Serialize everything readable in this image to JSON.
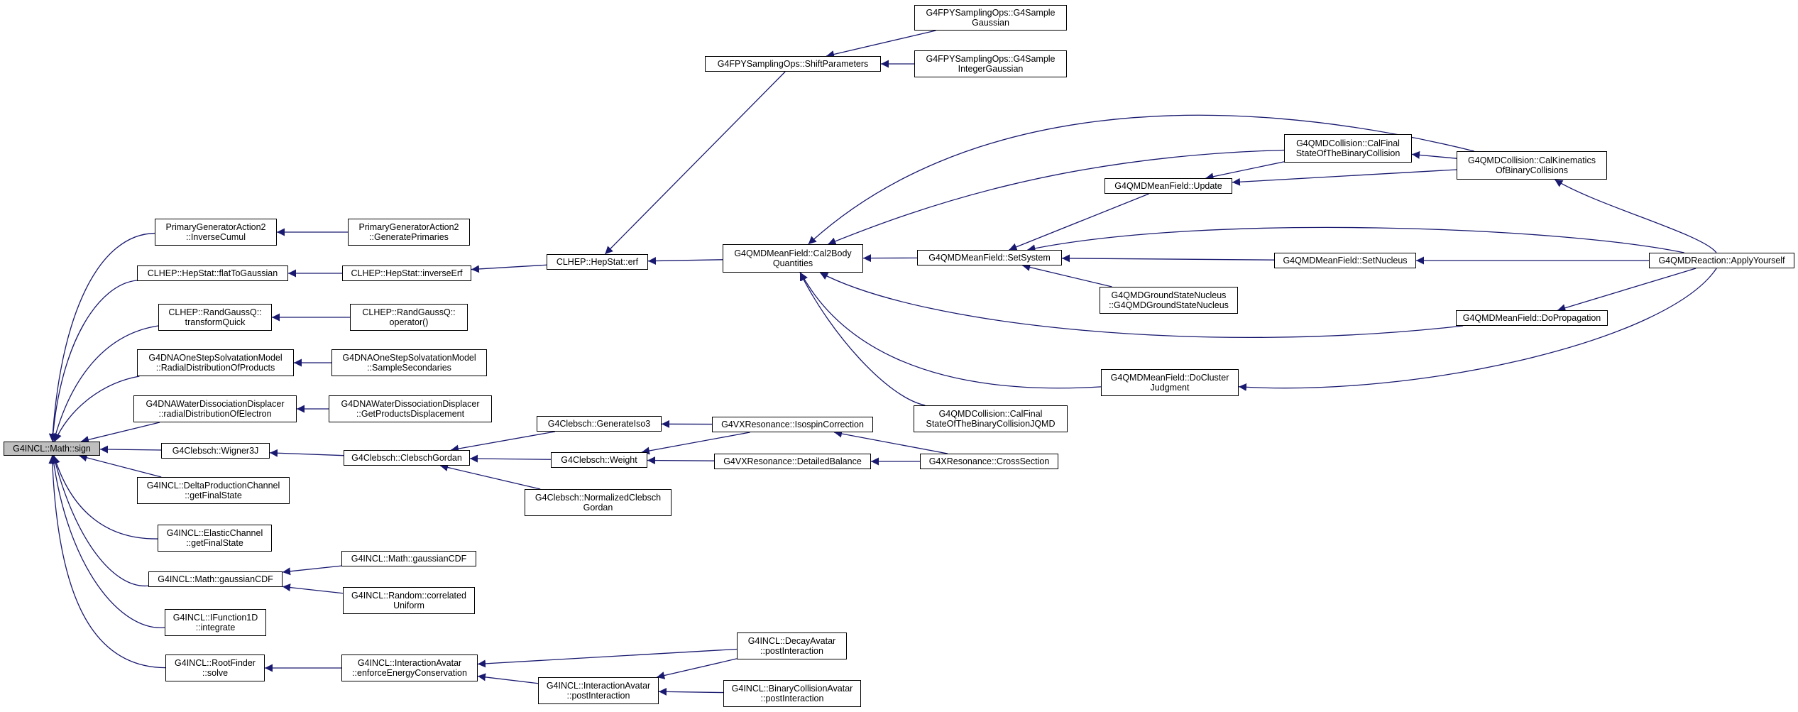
{
  "graph": {
    "title": "",
    "root": "math-sign",
    "colors": {
      "edge": "#191970",
      "node_border": "#000000",
      "node_fill": "#ffffff",
      "root_fill": "#bfbfbf"
    },
    "nodes": [
      {
        "id": "math-sign",
        "lines": [
          "G4INCL::Math::sign"
        ]
      },
      {
        "id": "pga2-inversecumul",
        "lines": [
          "PrimaryGeneratorAction2",
          "::InverseCumul"
        ]
      },
      {
        "id": "pga2-generateprimaries",
        "lines": [
          "PrimaryGeneratorAction2",
          "::GeneratePrimaries"
        ]
      },
      {
        "id": "hepstat-flattogaussian",
        "lines": [
          "CLHEP::HepStat::flatToGaussian"
        ]
      },
      {
        "id": "hepstat-inverseerf",
        "lines": [
          "CLHEP::HepStat::inverseErf"
        ]
      },
      {
        "id": "hepstat-erf",
        "lines": [
          "CLHEP::HepStat::erf"
        ]
      },
      {
        "id": "fpy-shiftparameters",
        "lines": [
          "G4FPYSamplingOps::ShiftParameters"
        ]
      },
      {
        "id": "fpy-samplegaussian",
        "lines": [
          "G4FPYSamplingOps::G4Sample",
          "Gaussian"
        ]
      },
      {
        "id": "fpy-sampleintegergaussian",
        "lines": [
          "G4FPYSamplingOps::G4Sample",
          "IntegerGaussian"
        ]
      },
      {
        "id": "qmdmf-cal2body",
        "lines": [
          "G4QMDMeanField::Cal2Body",
          "Quantities"
        ]
      },
      {
        "id": "qmdmf-setsystem",
        "lines": [
          "G4QMDMeanField::SetSystem"
        ]
      },
      {
        "id": "qmdmf-update",
        "lines": [
          "G4QMDMeanField::Update"
        ]
      },
      {
        "id": "qmdcoll-calfinalstate",
        "lines": [
          "G4QMDCollision::CalFinal",
          "StateOfTheBinaryCollision"
        ]
      },
      {
        "id": "qmdcoll-calkinematics",
        "lines": [
          "G4QMDCollision::CalKinematics",
          "OfBinaryCollisions"
        ]
      },
      {
        "id": "qmdreaction-applyyourself",
        "lines": [
          "G4QMDReaction::ApplyYourself"
        ]
      },
      {
        "id": "qmdmf-setnucleus",
        "lines": [
          "G4QMDMeanField::SetNucleus"
        ]
      },
      {
        "id": "qmdgs-nucleus",
        "lines": [
          "G4QMDGroundStateNucleus",
          "::G4QMDGroundStateNucleus"
        ]
      },
      {
        "id": "qmdmf-dopropagation",
        "lines": [
          "G4QMDMeanField::DoPropagation"
        ]
      },
      {
        "id": "qmdmf-doclusterjudgment",
        "lines": [
          "G4QMDMeanField::DoCluster",
          "Judgment"
        ]
      },
      {
        "id": "qmdcoll-calfinalstatejqmd",
        "lines": [
          "G4QMDCollision::CalFinal",
          "StateOfTheBinaryCollisionJQMD"
        ]
      },
      {
        "id": "randgaussq-transformquick",
        "lines": [
          "CLHEP::RandGaussQ::",
          "transformQuick"
        ]
      },
      {
        "id": "randgaussq-operator",
        "lines": [
          "CLHEP::RandGaussQ::",
          "operator()"
        ]
      },
      {
        "id": "dna-radialproducts",
        "lines": [
          "G4DNAOneStepSolvatationModel",
          "::RadialDistributionOfProducts"
        ]
      },
      {
        "id": "dna-samplesecondaries",
        "lines": [
          "G4DNAOneStepSolvatationModel",
          "::SampleSecondaries"
        ]
      },
      {
        "id": "dnawater-radialelectron",
        "lines": [
          "G4DNAWaterDissociationDisplacer",
          "::radialDistributionOfElectron"
        ]
      },
      {
        "id": "dnawater-getproductsdisplacement",
        "lines": [
          "G4DNAWaterDissociationDisplacer",
          "::GetProductsDisplacement"
        ]
      },
      {
        "id": "clebsch-wigner3j",
        "lines": [
          "G4Clebsch::Wigner3J"
        ]
      },
      {
        "id": "clebsch-clebschgordan",
        "lines": [
          "G4Clebsch::ClebschGordan"
        ]
      },
      {
        "id": "clebsch-generateiso3",
        "lines": [
          "G4Clebsch::GenerateIso3"
        ]
      },
      {
        "id": "vxres-isospincorrection",
        "lines": [
          "G4VXResonance::IsospinCorrection"
        ]
      },
      {
        "id": "clebsch-weight",
        "lines": [
          "G4Clebsch::Weight"
        ]
      },
      {
        "id": "vxres-detailedbalance",
        "lines": [
          "G4VXResonance::DetailedBalance"
        ]
      },
      {
        "id": "xres-crosssection",
        "lines": [
          "G4XResonance::CrossSection"
        ]
      },
      {
        "id": "clebsch-normalizedclebschgordan",
        "lines": [
          "G4Clebsch::NormalizedClebsch",
          "Gordan"
        ]
      },
      {
        "id": "deltaproduction-getfinalstate",
        "lines": [
          "G4INCL::DeltaProductionChannel",
          "::getFinalState"
        ]
      },
      {
        "id": "elasticchannel-getfinalstate",
        "lines": [
          "G4INCL::ElasticChannel",
          "::getFinalState"
        ]
      },
      {
        "id": "math-gaussiancdf-left",
        "lines": [
          "G4INCL::Math::gaussianCDF"
        ]
      },
      {
        "id": "math-gaussiancdf-right",
        "lines": [
          "G4INCL::Math::gaussianCDF"
        ]
      },
      {
        "id": "random-correlateduniform",
        "lines": [
          "G4INCL::Random::correlated",
          "Uniform"
        ]
      },
      {
        "id": "ifunction1d-integrate",
        "lines": [
          "G4INCL::IFunction1D",
          "::integrate"
        ]
      },
      {
        "id": "rootfinder-solve",
        "lines": [
          "G4INCL::RootFinder",
          "::solve"
        ]
      },
      {
        "id": "interactionavatar-enforceenergy",
        "lines": [
          "G4INCL::InteractionAvatar",
          "::enforceEnergyConservation"
        ]
      },
      {
        "id": "decayavatar-postinteraction",
        "lines": [
          "G4INCL::DecayAvatar",
          "::postInteraction"
        ]
      },
      {
        "id": "interactionavatar-postinteraction",
        "lines": [
          "G4INCL::InteractionAvatar",
          "::postInteraction"
        ]
      },
      {
        "id": "binarycollisionavatar-postinteraction",
        "lines": [
          "G4INCL::BinaryCollisionAvatar",
          "::postInteraction"
        ]
      }
    ],
    "edges": [
      {
        "from": "pga2-inversecumul",
        "to": "math-sign"
      },
      {
        "from": "hepstat-flattogaussian",
        "to": "math-sign"
      },
      {
        "from": "randgaussq-transformquick",
        "to": "math-sign"
      },
      {
        "from": "dna-radialproducts",
        "to": "math-sign"
      },
      {
        "from": "dnawater-radialelectron",
        "to": "math-sign"
      },
      {
        "from": "clebsch-wigner3j",
        "to": "math-sign"
      },
      {
        "from": "deltaproduction-getfinalstate",
        "to": "math-sign"
      },
      {
        "from": "elasticchannel-getfinalstate",
        "to": "math-sign"
      },
      {
        "from": "math-gaussiancdf-left",
        "to": "math-sign"
      },
      {
        "from": "ifunction1d-integrate",
        "to": "math-sign"
      },
      {
        "from": "rootfinder-solve",
        "to": "math-sign"
      },
      {
        "from": "pga2-generateprimaries",
        "to": "pga2-inversecumul"
      },
      {
        "from": "hepstat-inverseerf",
        "to": "hepstat-flattogaussian"
      },
      {
        "from": "hepstat-erf",
        "to": "hepstat-inverseerf"
      },
      {
        "from": "fpy-shiftparameters",
        "to": "hepstat-erf"
      },
      {
        "from": "qmdmf-cal2body",
        "to": "hepstat-erf"
      },
      {
        "from": "fpy-samplegaussian",
        "to": "fpy-shiftparameters"
      },
      {
        "from": "fpy-sampleintegergaussian",
        "to": "fpy-shiftparameters"
      },
      {
        "from": "qmdmf-setsystem",
        "to": "qmdmf-cal2body"
      },
      {
        "from": "qmdmf-update",
        "to": "qmdmf-setsystem"
      },
      {
        "from": "qmdcoll-calfinalstate",
        "to": "qmdmf-update"
      },
      {
        "from": "qmdcoll-calkinematics",
        "to": "qmdmf-update"
      },
      {
        "from": "qmdcoll-calkinematics",
        "to": "qmdcoll-calfinalstate"
      },
      {
        "from": "qmdcoll-calfinalstate",
        "to": "qmdmf-cal2body"
      },
      {
        "from": "qmdcoll-calkinematics",
        "to": "qmdmf-cal2body"
      },
      {
        "from": "qmdreaction-applyyourself",
        "to": "qmdcoll-calkinematics"
      },
      {
        "from": "qmdreaction-applyyourself",
        "to": "qmdmf-setsystem"
      },
      {
        "from": "qmdmf-setnucleus",
        "to": "qmdmf-setsystem"
      },
      {
        "from": "qmdreaction-applyyourself",
        "to": "qmdmf-setnucleus"
      },
      {
        "from": "qmdgs-nucleus",
        "to": "qmdmf-setsystem"
      },
      {
        "from": "qmdmf-dopropagation",
        "to": "qmdmf-cal2body"
      },
      {
        "from": "qmdreaction-applyyourself",
        "to": "qmdmf-dopropagation"
      },
      {
        "from": "qmdmf-doclusterjudgment",
        "to": "qmdmf-cal2body"
      },
      {
        "from": "qmdreaction-applyyourself",
        "to": "qmdmf-doclusterjudgment"
      },
      {
        "from": "qmdcoll-calfinalstatejqmd",
        "to": "qmdmf-cal2body"
      },
      {
        "from": "randgaussq-operator",
        "to": "randgaussq-transformquick"
      },
      {
        "from": "dna-samplesecondaries",
        "to": "dna-radialproducts"
      },
      {
        "from": "dnawater-getproductsdisplacement",
        "to": "dnawater-radialelectron"
      },
      {
        "from": "clebsch-clebschgordan",
        "to": "clebsch-wigner3j"
      },
      {
        "from": "clebsch-generateiso3",
        "to": "clebsch-clebschgordan"
      },
      {
        "from": "clebsch-weight",
        "to": "clebsch-clebschgordan"
      },
      {
        "from": "clebsch-normalizedclebschgordan",
        "to": "clebsch-clebschgordan"
      },
      {
        "from": "vxres-isospincorrection",
        "to": "clebsch-generateiso3"
      },
      {
        "from": "vxres-isospincorrection",
        "to": "clebsch-weight"
      },
      {
        "from": "vxres-detailedbalance",
        "to": "clebsch-weight"
      },
      {
        "from": "xres-crosssection",
        "to": "vxres-isospincorrection"
      },
      {
        "from": "xres-crosssection",
        "to": "vxres-detailedbalance"
      },
      {
        "from": "math-gaussiancdf-right",
        "to": "math-gaussiancdf-left"
      },
      {
        "from": "random-correlateduniform",
        "to": "math-gaussiancdf-left"
      },
      {
        "from": "interactionavatar-enforceenergy",
        "to": "rootfinder-solve"
      },
      {
        "from": "decayavatar-postinteraction",
        "to": "interactionavatar-enforceenergy"
      },
      {
        "from": "interactionavatar-postinteraction",
        "to": "interactionavatar-enforceenergy"
      },
      {
        "from": "decayavatar-postinteraction",
        "to": "interactionavatar-postinteraction"
      },
      {
        "from": "binarycollisionavatar-postinteraction",
        "to": "interactionavatar-postinteraction"
      }
    ]
  }
}
